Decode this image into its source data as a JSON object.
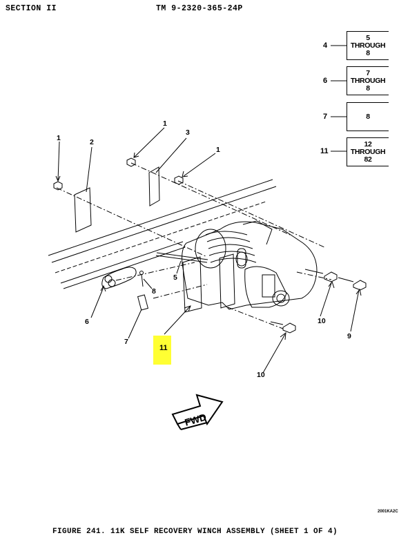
{
  "header": {
    "section": "SECTION II",
    "tm_number": "TM 9-2320-365-24P"
  },
  "reference_boxes": [
    {
      "item": "4",
      "lines": [
        "5",
        "THROUGH",
        "8"
      ]
    },
    {
      "item": "6",
      "lines": [
        "7",
        "THROUGH",
        "8"
      ]
    },
    {
      "item": "7",
      "lines": [
        "8"
      ]
    },
    {
      "item": "11",
      "lines": [
        "12",
        "THROUGH",
        "82"
      ]
    }
  ],
  "callouts": [
    "1",
    "2",
    "3",
    "1",
    "1",
    "5",
    "8",
    "6",
    "7",
    "10",
    "9",
    "10"
  ],
  "highlighted_callout": "11",
  "fwd_label": "FWD",
  "art_code": "2001KA2C",
  "caption": "FIGURE 241.  11K SELF RECOVERY WINCH ASSEMBLY (SHEET 1 OF 4)",
  "colors": {
    "highlight": "#ffff33",
    "ink": "#000000"
  }
}
